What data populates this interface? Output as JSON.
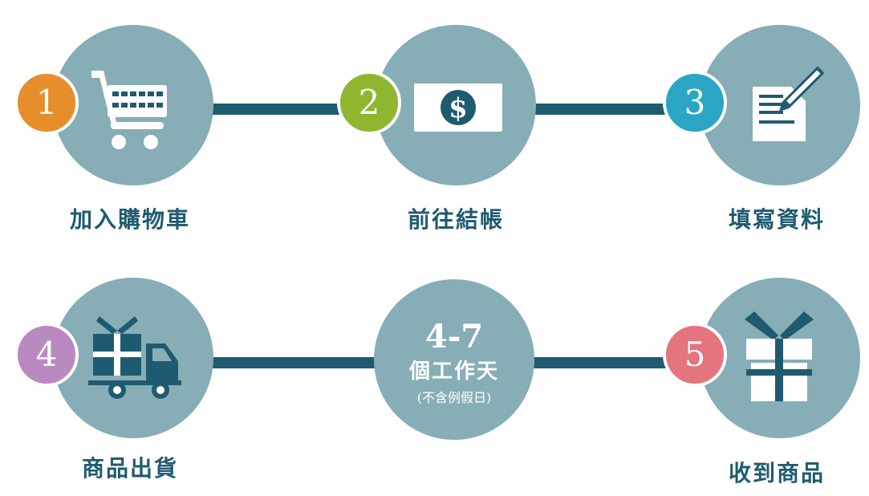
{
  "colors": {
    "circle": "#87adb6",
    "connector": "#1f5b70",
    "label": "#1f5b70",
    "icon_dark": "#1f5b70",
    "icon_light": "#ffffff",
    "badge_1": "#e58e2a",
    "badge_2": "#8fb62f",
    "badge_3": "#2aa6c4",
    "badge_4": "#b98ac0",
    "badge_5": "#e4747d"
  },
  "steps": [
    {
      "number": "1",
      "label": "加入購物車",
      "icon": "shopping-cart-icon"
    },
    {
      "number": "2",
      "label": "前往結帳",
      "icon": "dollar-bill-icon"
    },
    {
      "number": "3",
      "label": "填寫資料",
      "icon": "form-pen-icon"
    },
    {
      "number": "4",
      "label": "商品出貨",
      "icon": "delivery-truck-icon"
    },
    {
      "number": "5",
      "label": "收到商品",
      "icon": "gift-box-icon"
    }
  ],
  "delivery_time": {
    "days": "4-7",
    "unit": "個工作天",
    "note": "(不含例假日)"
  }
}
